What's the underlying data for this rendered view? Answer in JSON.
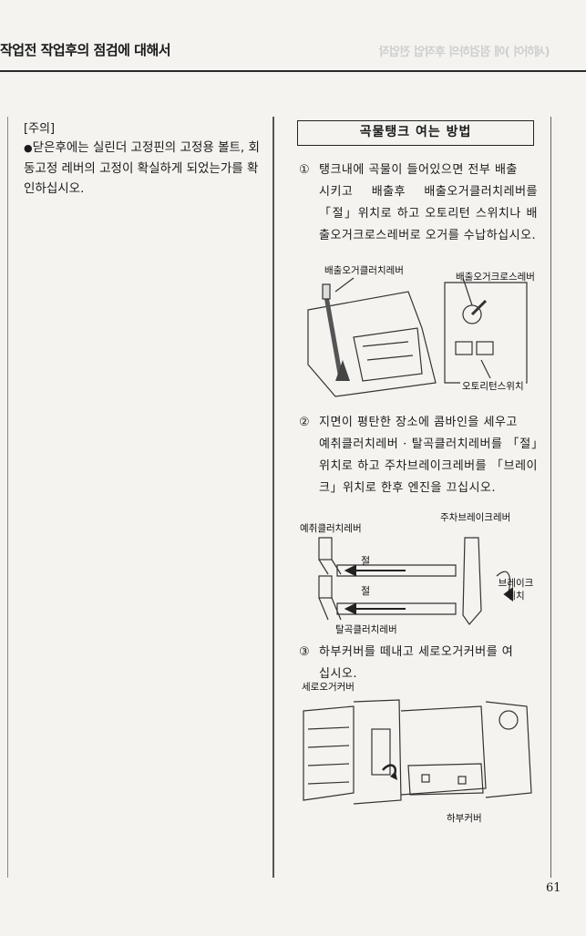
{
  "header": {
    "title": "작업전 작업후의 점검에 대해서",
    "ghost_title": "(세하여 )에 점검하의 후작업 전업작"
  },
  "caution": {
    "label": "[주의]",
    "bullet": "●",
    "text": "닫은후에는 실린더 고정핀의 고정용 볼트, 회동고정 레버의 고정이 확실하게 되었는가를 확인하십시오."
  },
  "section": {
    "title": "곡물탱크 여는 방법"
  },
  "steps": [
    {
      "num": "①",
      "first": "탱크내에 곡물이 들어있으면 전부 배출",
      "rest": "시키고 배출후 배출오거클러치레버를 「절」위치로 하고 오토리턴 스위치나 배출오거크로스레버로 오거를 수납하십시오."
    },
    {
      "num": "②",
      "first": "지면이 평탄한 장소에 콤바인을 세우고",
      "rest": "예취클러치레버 · 탈곡클러치레버를 「절」위치로 하고 주차브레이크레버를 「브레이크」위치로 한후 엔진을 끄십시오."
    },
    {
      "num": "③",
      "first": "하부커버를 떼내고 세로오거커버를 여",
      "rest": "십시오."
    }
  ],
  "figure1": {
    "lever_a": "배출오거클러치레버",
    "lever_b": "배출오거크로스레버",
    "switch": "오토리턴스위치"
  },
  "figure2": {
    "reaper_lever": "예취클러치레버",
    "thresh_lever": "탈곡클러치레버",
    "parking_lever": "주차브레이크레버",
    "off_1": "절",
    "off_2": "절",
    "brake_pos": "브레이크 위치"
  },
  "figure3": {
    "vertical_cover": "세로오거커버",
    "lower_cover": "하부커버"
  },
  "page_number": "61"
}
